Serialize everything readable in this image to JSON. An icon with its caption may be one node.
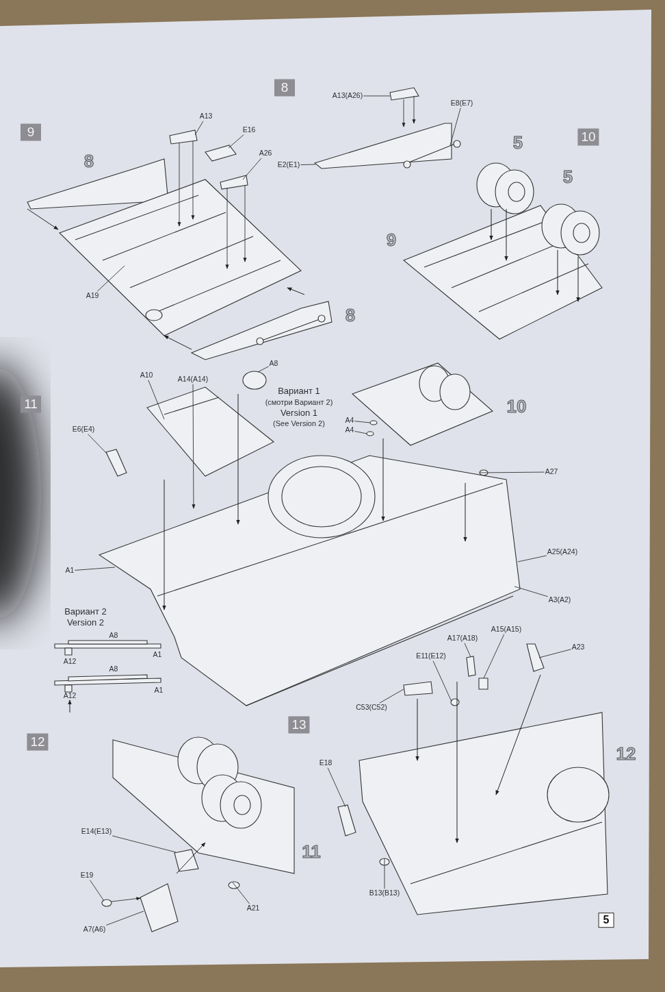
{
  "diagram": {
    "nodes": [
      {
        "text": [
          "8"
        ]
      },
      {
        "text": [
          "A13(A26)"
        ]
      },
      {
        "text": [
          "A13"
        ]
      },
      {
        "text": [
          "E8(E7)"
        ]
      },
      {
        "text": [
          "9"
        ]
      },
      {
        "text": [
          "E16"
        ]
      },
      {
        "text": [
          "10"
        ]
      },
      {
        "text": [
          "A26"
        ]
      },
      {
        "text": [
          "E2(E1)"
        ]
      },
      {
        "text": [
          "A19"
        ]
      },
      {
        "text": [
          "A8"
        ]
      },
      {
        "text": [
          "A10"
        ]
      },
      {
        "text": [
          "A14(A14)"
        ]
      },
      {
        "text": [
          "11"
        ]
      },
      {
        "text": [
          "A4"
        ]
      },
      {
        "text": [
          "A4"
        ]
      },
      {
        "text": [
          "E6(E4)"
        ]
      },
      {
        "text": [
          "A27"
        ]
      },
      {
        "text": [
          "A25(A24)"
        ]
      },
      {
        "text": [
          "A1"
        ]
      },
      {
        "text": [
          "A3(A2)"
        ]
      },
      {
        "text": [
          "A15(A15)"
        ]
      },
      {
        "text": [
          "A17(A18)"
        ]
      },
      {
        "text": [
          "A23"
        ]
      },
      {
        "text": [
          "E11(E12)"
        ]
      },
      {
        "text": [
          "C53(C52)"
        ]
      },
      {
        "text": [
          "13"
        ]
      },
      {
        "text": [
          "12"
        ]
      },
      {
        "text": [
          "E18"
        ]
      },
      {
        "text": [
          "E14(E13)"
        ]
      },
      {
        "text": [
          "E19"
        ]
      },
      {
        "text": [
          "B13(B13)"
        ]
      },
      {
        "text": [
          "A21"
        ]
      },
      {
        "text": [
          "5"
        ]
      },
      {
        "text": [
          "A7(A6)"
        ]
      },
      {
        "text": [],
        "shape": "box"
      },
      {
        "text": [],
        "shape": "box"
      },
      {
        "text": [],
        "shape": "picture"
      },
      {
        "text": [],
        "shape": "box"
      },
      {
        "text": [],
        "shape": "box"
      },
      {
        "text": [],
        "shape": "picture"
      },
      {
        "text": [],
        "shape": "circle"
      },
      {
        "text": [],
        "shape": "picture"
      },
      {
        "text": [],
        "shape": "circle"
      },
      {
        "text": [],
        "shape": "circle"
      },
      {
        "text": [],
        "shape": "box"
      },
      {
        "text": [],
        "shape": "circle"
      },
      {
        "text": [],
        "shape": "picture"
      },
      {
        "text": [],
        "shape": "box"
      },
      {
        "text": [],
        "shape": "box"
      },
      {
        "text": [],
        "shape": "box"
      },
      {
        "text": [],
        "shape": "circle"
      },
      {
        "text": [],
        "shape": "box"
      },
      {
        "text": [],
        "shape": "box"
      },
      {
        "text": [],
        "shape": "box"
      },
      {
        "text": [],
        "shape": "circle"
      },
      {
        "text": [],
        "shape": "circle"
      },
      {
        "text": [],
        "shape": "circle"
      },
      {
        "text": [],
        "shape": "box"
      }
    ],
    "edges": [
      {
        "from": 1,
        "to": 35,
        "arrow": "none"
      },
      {
        "from": 2,
        "to": 36,
        "arrow": "none"
      },
      {
        "from": 3,
        "to": 37,
        "arrow": "none"
      },
      {
        "from": 5,
        "to": 38,
        "arrow": "none"
      },
      {
        "from": 7,
        "to": 39,
        "arrow": "none"
      },
      {
        "from": 8,
        "to": 37,
        "arrow": "none"
      },
      {
        "from": 9,
        "to": 40,
        "arrow": "none"
      },
      {
        "from": 10,
        "to": 41,
        "arrow": "none"
      },
      {
        "from": 11,
        "to": 42,
        "arrow": "none"
      },
      {
        "from": 12,
        "to": 47,
        "arrow": "to"
      },
      {
        "from": 14,
        "to": 43,
        "arrow": "none"
      },
      {
        "from": 15,
        "to": 44,
        "arrow": "none"
      },
      {
        "from": 16,
        "to": 45,
        "arrow": "none"
      },
      {
        "from": 17,
        "to": 46,
        "arrow": "none"
      },
      {
        "from": 18,
        "to": 47,
        "arrow": "none"
      },
      {
        "from": 19,
        "to": 47,
        "arrow": "none"
      },
      {
        "from": 20,
        "to": 47,
        "arrow": "none"
      },
      {
        "from": 21,
        "to": 48,
        "arrow": "none"
      },
      {
        "from": 22,
        "to": 49,
        "arrow": "none"
      },
      {
        "from": 23,
        "to": 50,
        "arrow": "none"
      },
      {
        "from": 24,
        "to": 51,
        "arrow": "none"
      },
      {
        "from": 25,
        "to": 52,
        "arrow": "none"
      },
      {
        "from": 28,
        "to": 53,
        "arrow": "none"
      },
      {
        "from": 29,
        "to": 54,
        "arrow": "none"
      },
      {
        "from": 30,
        "to": 55,
        "arrow": "none"
      },
      {
        "from": 31,
        "to": 56,
        "arrow": "none"
      },
      {
        "from": 32,
        "to": 57,
        "arrow": "none"
      },
      {
        "from": 34,
        "to": 58,
        "arrow": "none"
      },
      {
        "from": 36,
        "to": 40,
        "arrow": "to"
      },
      {
        "from": 36,
        "to": 40,
        "arrow": "to"
      },
      {
        "from": 39,
        "to": 40,
        "arrow": "to"
      },
      {
        "from": 39,
        "to": 40,
        "arrow": "to"
      },
      {
        "from": 35,
        "to": 37,
        "arrow": "to"
      },
      {
        "from": 35,
        "to": 37,
        "arrow": "to"
      },
      {
        "from": 55,
        "to": 58,
        "arrow": "to"
      }
    ],
    "labels": [
      "8",
      "5",
      "5",
      "9",
      "8",
      "Вариант 1",
      "(смотри Вариант 2)",
      "Version 1",
      "(See Version 2)",
      "10",
      "Вариант 2",
      "Version 2",
      "A8",
      "A1",
      "A12",
      "A8",
      "A1",
      "A12",
      "12",
      "11"
    ]
  }
}
